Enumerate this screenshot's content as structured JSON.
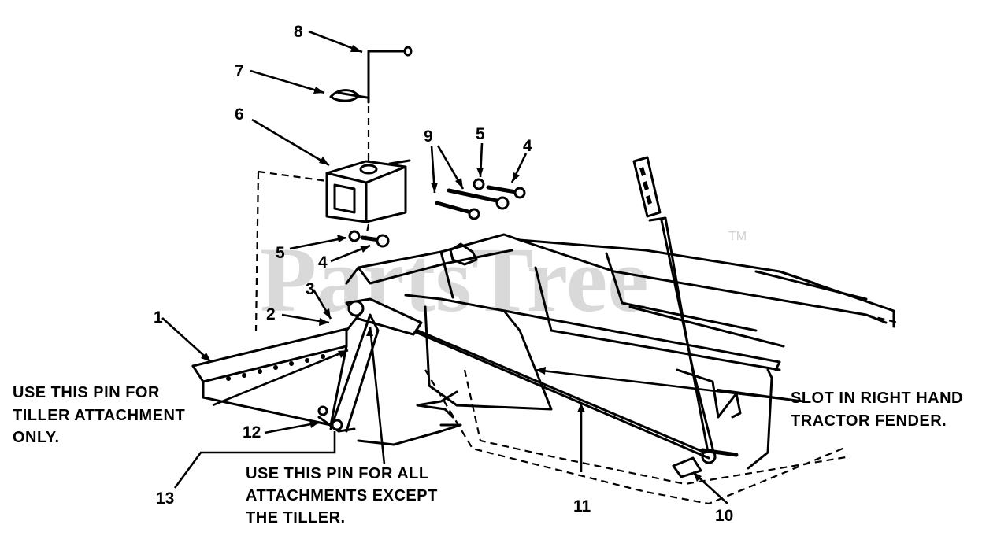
{
  "watermark": {
    "text": "PartsTree",
    "trademark": "TM"
  },
  "callouts": [
    {
      "id": "num-1",
      "text": "1"
    },
    {
      "id": "num-2",
      "text": "2"
    },
    {
      "id": "num-3",
      "text": "3"
    },
    {
      "id": "num-4-upper",
      "text": "4"
    },
    {
      "id": "num-4-lower",
      "text": "4"
    },
    {
      "id": "num-5-upper",
      "text": "5"
    },
    {
      "id": "num-5-lower",
      "text": "5"
    },
    {
      "id": "num-6",
      "text": "6"
    },
    {
      "id": "num-7",
      "text": "7"
    },
    {
      "id": "num-8",
      "text": "8"
    },
    {
      "id": "num-9",
      "text": "9"
    },
    {
      "id": "num-10",
      "text": "10"
    },
    {
      "id": "num-11",
      "text": "11"
    },
    {
      "id": "num-12",
      "text": "12"
    },
    {
      "id": "num-13",
      "text": "13"
    }
  ],
  "notes": {
    "tiller_pin": [
      "USE THIS PIN FOR",
      "TILLER ATTACHMENT",
      "ONLY."
    ],
    "all_pin": [
      "USE THIS PIN FOR ALL",
      "ATTACHMENTS EXCEPT",
      "THE TILLER."
    ],
    "slot": [
      "SLOT IN RIGHT HAND",
      "TRACTOR FENDER."
    ]
  }
}
